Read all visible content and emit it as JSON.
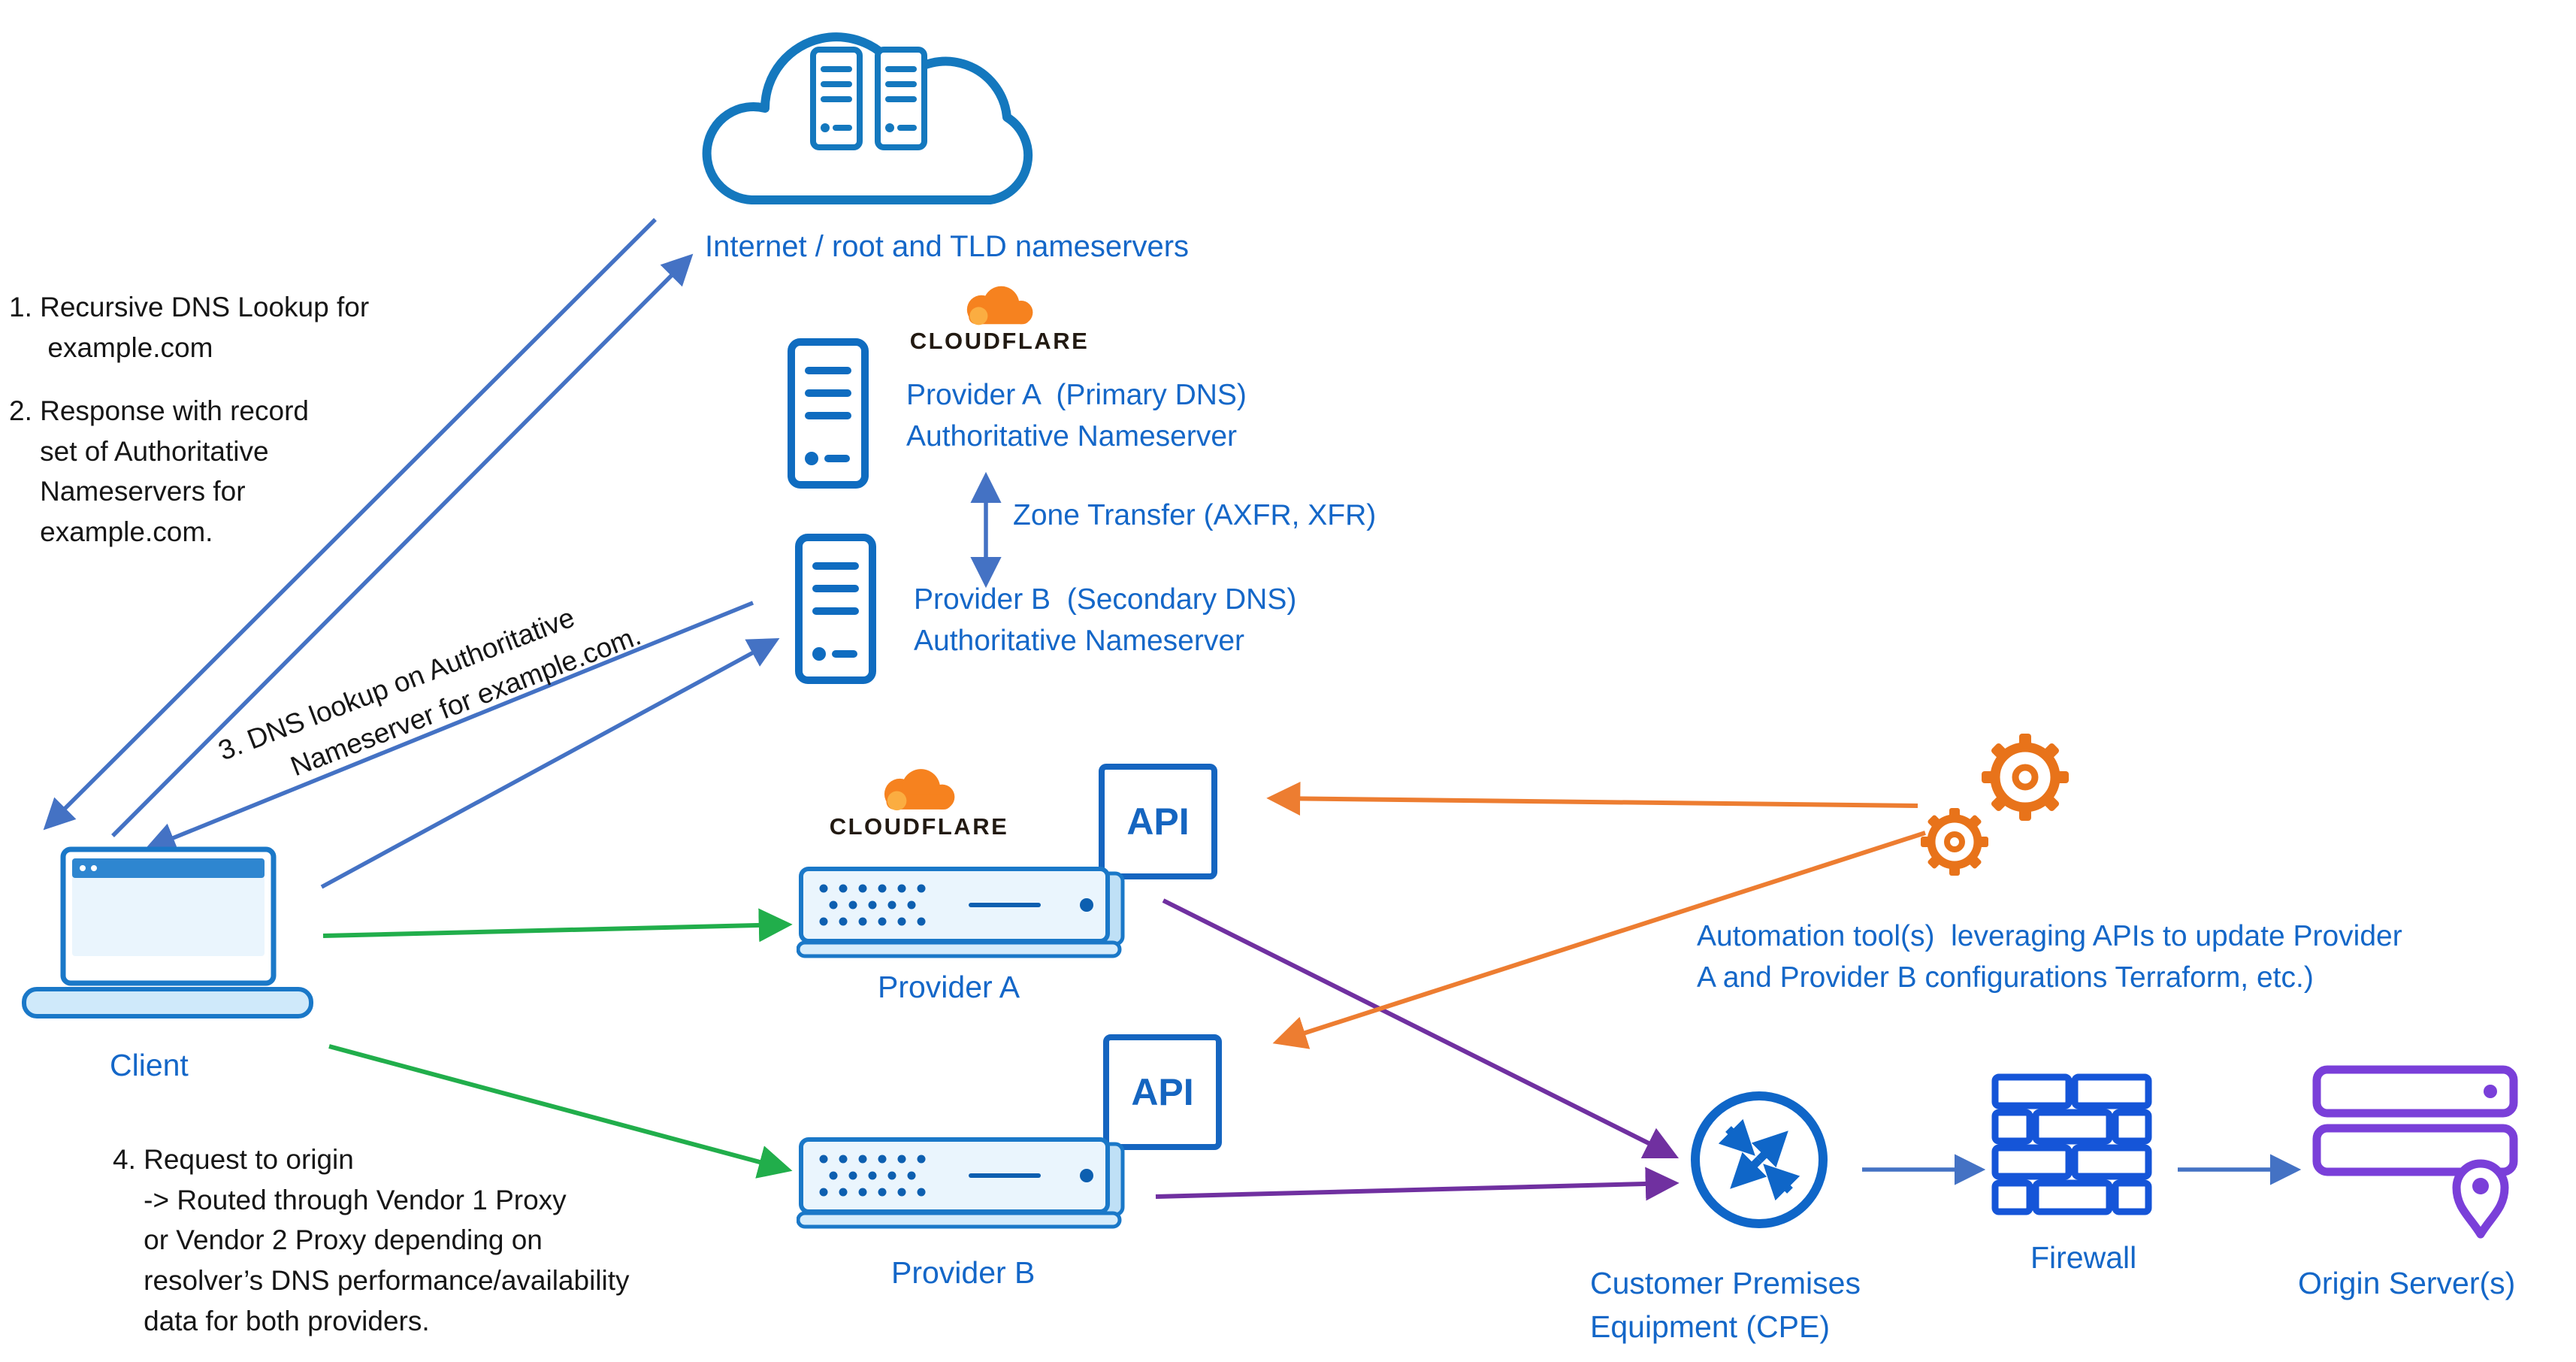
{
  "labels": {
    "cloud": "Internet / root and TLD nameservers",
    "provider_a_ns": "Provider A  (Primary DNS)\nAuthoritative Nameserver",
    "zone_transfer": "Zone Transfer (AXFR, XFR)",
    "provider_b_ns": "Provider B  (Secondary DNS)\nAuthoritative Nameserver",
    "client": "Client",
    "cloudflare": "CLOUDFLARE",
    "api": "API",
    "provider_a": "Provider A",
    "provider_b": "Provider B",
    "automation": "Automation tool(s)  leveraging APIs to update Provider\nA and Provider B configurations Terraform, etc.)",
    "cpe": "Customer Premises\nEquipment (CPE)",
    "firewall": "Firewall",
    "origin": "Origin Server(s)"
  },
  "notes": {
    "step1": "1. Recursive DNS Lookup for\n     example.com",
    "step2": "2. Response with record\n    set of Authoritative\n    Nameservers for\n    example.com.",
    "step3": "3. DNS lookup on Authoritative\n        Nameserver for example.com.",
    "step4": "4. Request to origin\n    -> Routed through Vendor 1 Proxy\n    or Vendor 2 Proxy depending on\n    resolver’s DNS performance/availability\n    data for both providers."
  },
  "colors": {
    "diagram_text_blue": "#1467c8",
    "icon_blue": "#0f6cc0",
    "arrow_blue": "#4472c4",
    "arrow_green": "#21ae4b",
    "arrow_purple": "#7030a0",
    "arrow_orange": "#ed7d31",
    "cloudflare_orange": "#f6821f",
    "firewall_blue": "#1555d8",
    "origin_purple": "#7a3fd9"
  }
}
